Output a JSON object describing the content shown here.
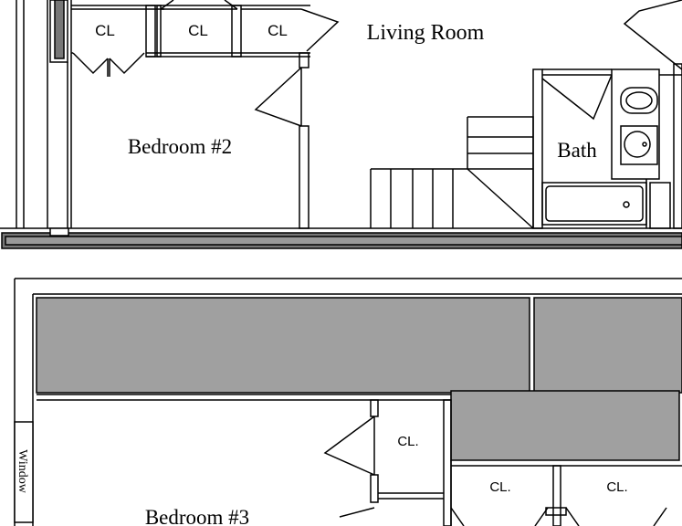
{
  "upper_plan": {
    "closets": [
      "CL",
      "CL",
      "CL"
    ],
    "living_room": "Living Room",
    "bedroom_2": "Bedroom #2",
    "bath": "Bath"
  },
  "lower_plan": {
    "closets": [
      "CL.",
      "CL.",
      "CL."
    ],
    "bedroom_3": "Bedroom #3",
    "window": "Window"
  },
  "colors": {
    "line": "#000000",
    "fill_gray": "#a0a0a0",
    "background": "#ffffff"
  }
}
